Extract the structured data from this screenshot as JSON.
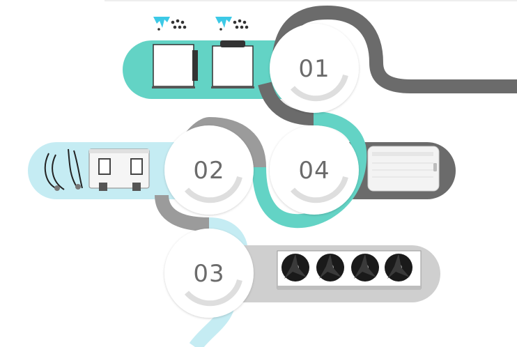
{
  "steps": [
    {
      "number": "01",
      "icon": "ice-rain-icon"
    },
    {
      "number": "02",
      "icon": "pressure-switch-icon"
    },
    {
      "number": "03",
      "icon": "evaporator-fans-icon"
    },
    {
      "number": "04",
      "icon": "air-cooler-unit-icon"
    }
  ],
  "colors": {
    "teal": "#63d3c5",
    "teal_light": "#c5ecf3",
    "dark_gray": "#6b6b6b",
    "mid_gray": "#9b9b9b",
    "light_gray": "#cfcfcf",
    "circle_fill": "#ffffff",
    "text_gray": "#6b6b6b"
  }
}
